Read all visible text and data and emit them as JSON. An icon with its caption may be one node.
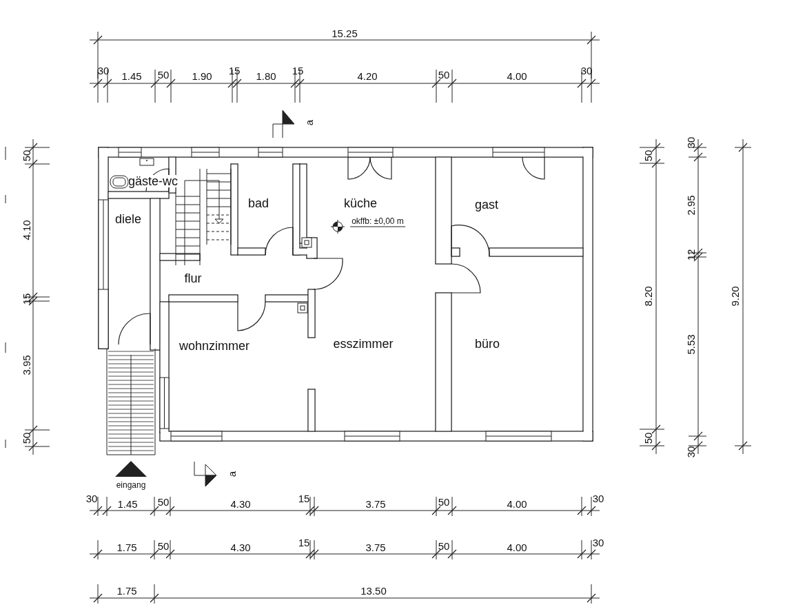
{
  "diagram": {
    "labels": [
      "15.25",
      "30",
      "1.45",
      "50",
      "1.90",
      "15",
      "1.80",
      "15",
      "4.20",
      "50",
      "4.00",
      "30",
      "a",
      "50",
      "4.10",
      "15",
      "3.95",
      "50",
      "gäste-wc",
      "bad",
      "küche",
      "gast",
      "diele",
      "okffb: ±0,00 m",
      "flur",
      "wohnzimmer",
      "esszimmer",
      "büro",
      "50",
      "8.20",
      "50",
      "30",
      "2.95",
      "12",
      "5.53",
      "30",
      "9.20",
      "eingang",
      "a",
      "30",
      "1.45",
      "50",
      "4.30",
      "15",
      "3.75",
      "50",
      "4.00",
      "30",
      "1.75",
      "50",
      "4.30",
      "15",
      "3.75",
      "50",
      "4.00",
      "30",
      "1.75",
      "13.50"
    ]
  }
}
